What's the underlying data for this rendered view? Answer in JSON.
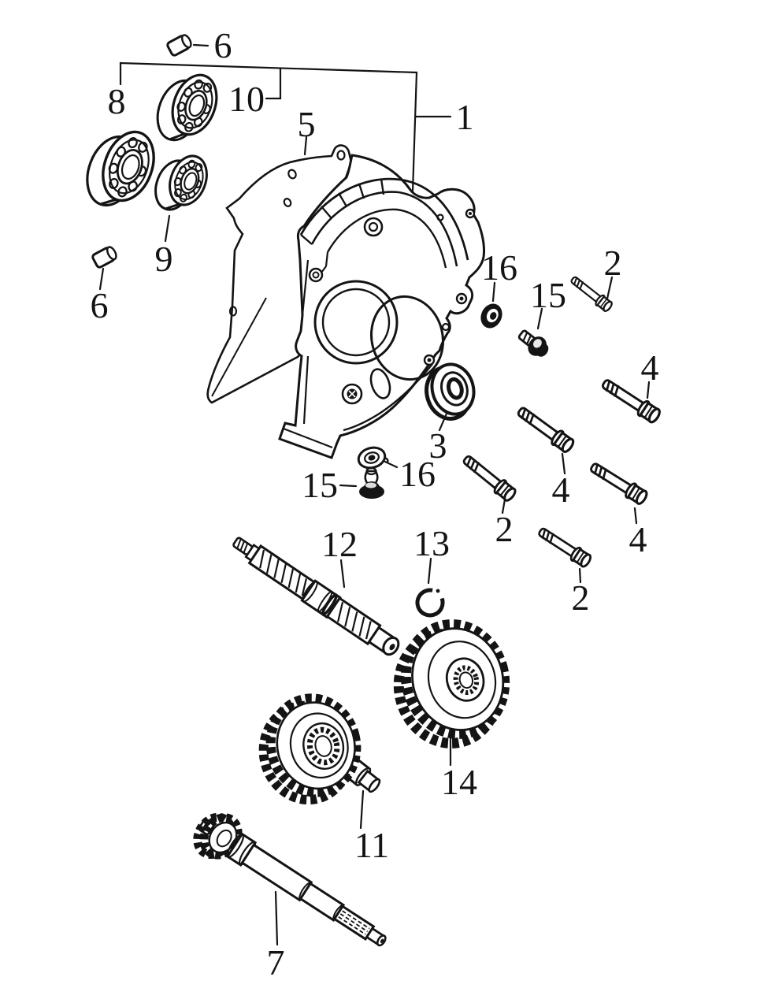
{
  "figure": {
    "background": "#ffffff",
    "ink": "#141414",
    "description_visible_text_only": true
  },
  "callouts": [
    {
      "id": "dowel-top",
      "number": "6"
    },
    {
      "id": "bearing-left",
      "number": "8"
    },
    {
      "id": "bearing-top",
      "number": "10"
    },
    {
      "id": "cover-assembly",
      "number": "1"
    },
    {
      "id": "gasket",
      "number": "5"
    },
    {
      "id": "bearing-small",
      "number": "9"
    },
    {
      "id": "dowel-lower",
      "number": "6"
    },
    {
      "id": "nut-upper",
      "number": "16"
    },
    {
      "id": "screw-upper",
      "number": "15"
    },
    {
      "id": "bolt-two-top",
      "number": "2"
    },
    {
      "id": "bolt-four-right",
      "number": "4"
    },
    {
      "id": "bolt-four-middle",
      "number": "4"
    },
    {
      "id": "bolt-two-left",
      "number": "2"
    },
    {
      "id": "bolt-four-lower",
      "number": "4"
    },
    {
      "id": "bolt-two-bottom",
      "number": "2"
    },
    {
      "id": "oil-seal",
      "number": "3"
    },
    {
      "id": "screw-lower",
      "number": "15"
    },
    {
      "id": "nut-lower",
      "number": "16"
    },
    {
      "id": "input-shaft",
      "number": "12"
    },
    {
      "id": "circlip",
      "number": "13"
    },
    {
      "id": "gear-large",
      "number": "14"
    },
    {
      "id": "gear-counter",
      "number": "11"
    },
    {
      "id": "output-shaft",
      "number": "7"
    }
  ]
}
